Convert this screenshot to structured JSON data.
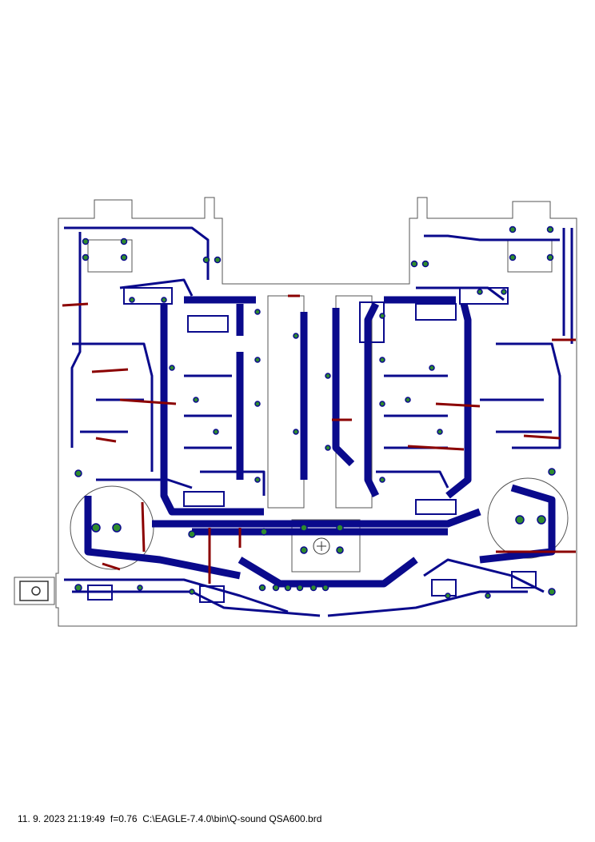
{
  "footer": {
    "timestamp": "11. 9. 2023 21:19:49",
    "scale": "f=0.76",
    "file_path": "C:\\EAGLE-7.4.0\\bin\\Q-sound QSA600.brd"
  },
  "colors": {
    "copper_trace": "#0a0a8c",
    "via_pad": "#2e8b2e",
    "wire_red": "#8b0000",
    "outline": "#555555",
    "background": "#ffffff"
  },
  "icons": [
    "pcb-board-layout"
  ]
}
